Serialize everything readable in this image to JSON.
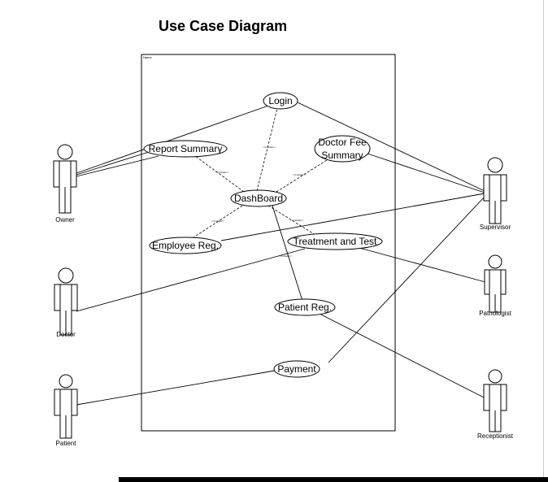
{
  "title": "Use Case Diagram",
  "system": {
    "label": "Name"
  },
  "use_cases": {
    "login": "Login",
    "report_summary": "Report Summary",
    "doctor_fee_line1": "Doctor Fee",
    "doctor_fee_line2": "Summary",
    "dashboard": "DashBoard",
    "employee_reg": "Employee Reg.",
    "treatment_test": "Treatment and Test",
    "patient_reg": "Patient Reg.",
    "payment": "Payment"
  },
  "actors": {
    "owner": "Owner",
    "doctor": "Doctor",
    "patient": "Patient",
    "supervisor": "Supervisor",
    "pathologist": "Pathologist",
    "receptionist": "Receptionist"
  },
  "include_label": "<<include>>"
}
